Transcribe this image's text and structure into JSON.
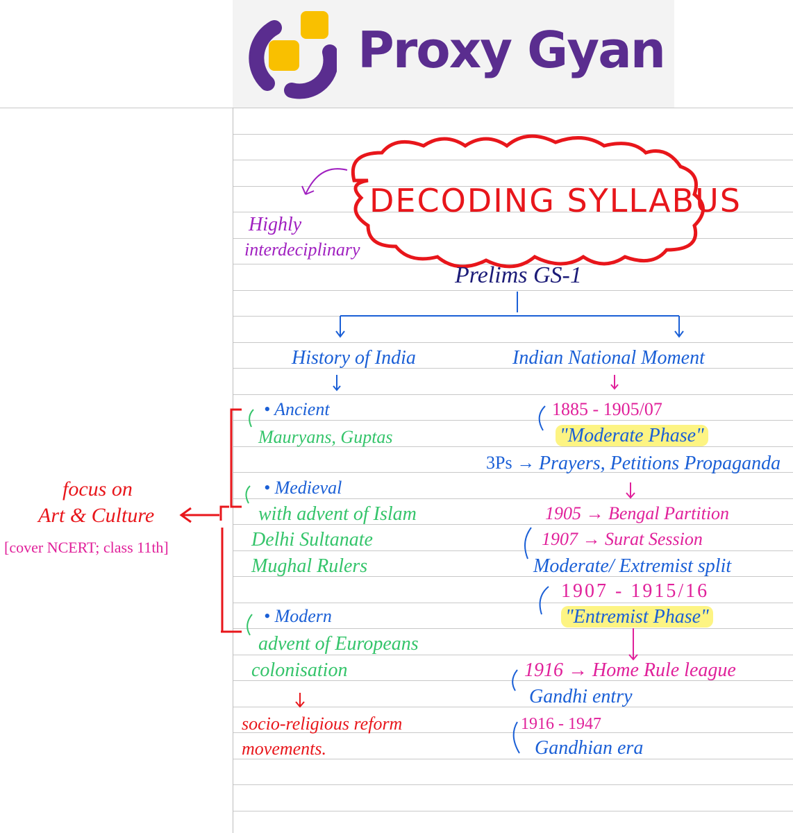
{
  "logo": {
    "brand": "Proxy Gyan",
    "colors": {
      "purple": "#5a2d8f",
      "yellow": "#f9c000"
    }
  },
  "colors": {
    "red": "#e8161b",
    "blue": "#1a5fd6",
    "green": "#34c46a",
    "magenta": "#e0209a",
    "purple": "#a020c0",
    "navy": "#1c1c78",
    "highlight": "#fcf05a"
  },
  "title": "DECODING SYLLABUS",
  "side_note": {
    "line1": "Highly",
    "line2": "interdeciplinary"
  },
  "subtitle": "Prelims GS-1",
  "left_branch": {
    "heading": "History of India",
    "sections": [
      {
        "label": "• Ancient",
        "lines": [
          "Mauryans, Guptas"
        ]
      },
      {
        "label": "• Medieval",
        "lines": [
          "with advent of Islam",
          "Delhi Sultanate",
          "Mughal Rulers"
        ]
      },
      {
        "label": "• Modern",
        "lines": [
          "advent of Europeans",
          "colonisation"
        ]
      }
    ],
    "reform": {
      "line1": "socio-religious reform",
      "line2": "movements."
    }
  },
  "focus_note": {
    "line1": "focus on",
    "line2": "Art & Culture",
    "line3": "[cover NCERT; class 11th]"
  },
  "right_branch": {
    "heading": "Indian National Moment",
    "items": [
      "1885 - 1905/07",
      "\"Moderate Phase\"",
      "3Ps →",
      "Prayers, Petitions Propaganda",
      "1905 → Bengal Partition",
      "1907 → Surat Session",
      "Moderate/ Extremist split",
      "1907 - 1915/16",
      "\"Entremist Phase\"",
      "1916 → Home Rule league",
      "Gandhi entry",
      "1916 - 1947",
      "Gandhian era"
    ]
  }
}
